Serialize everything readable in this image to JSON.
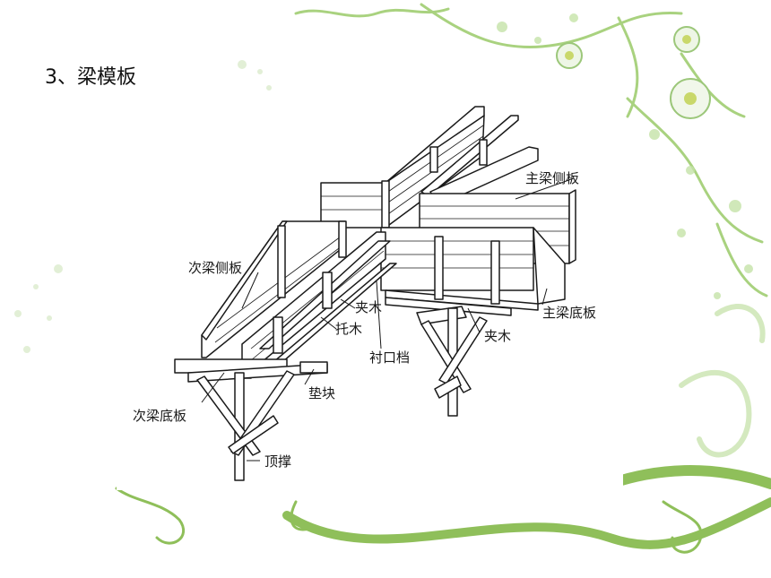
{
  "slide": {
    "title": "3、梁模板"
  },
  "diagram": {
    "labels": {
      "main_beam_side": "主梁侧板",
      "secondary_beam_side": "次梁侧板",
      "clamp_wood_1": "夹木",
      "clamp_wood_2": "夹木",
      "support_wood": "托木",
      "main_beam_bottom": "主梁底板",
      "lining_block": "衬口档",
      "pad_block": "垫块",
      "secondary_beam_bottom": "次梁底板",
      "top_brace": "顶撑"
    }
  },
  "colors": {
    "decoration_green": "#8fbf5a",
    "decoration_light": "#d7e9c4",
    "line": "#1a1a1a"
  }
}
